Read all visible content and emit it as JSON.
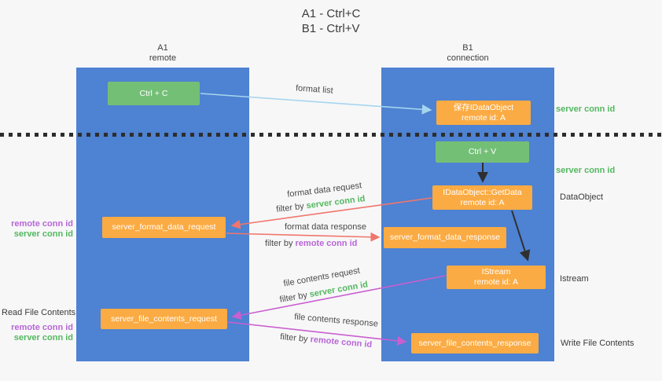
{
  "title": {
    "line1": "A1 - Ctrl+C",
    "line2": "B1 - Ctrl+V"
  },
  "lanes": {
    "left": {
      "name": "A1",
      "role": "remote"
    },
    "right": {
      "name": "B1",
      "role": "connection"
    }
  },
  "nodes": {
    "ctrl_c": {
      "label": "Ctrl + C"
    },
    "ctrl_v": {
      "label": "Ctrl + V"
    },
    "save_idataobject": {
      "line1": "保存IDataObject",
      "line2": "remote id: A"
    },
    "getdata": {
      "line1": "IDataObject::GetData",
      "line2": "remote id: A"
    },
    "istream": {
      "line1": "IStream",
      "line2": "remote id: A"
    },
    "format_request": {
      "label": "server_format_data_request"
    },
    "format_response": {
      "label": "server_format_data_response"
    },
    "file_request": {
      "label": "server_file_contents_request"
    },
    "file_response": {
      "label": "server_file_contents_response"
    }
  },
  "arrow_labels": {
    "format_list": "format list",
    "format_data_request": "format data request",
    "format_data_response": "format data response",
    "file_contents_request": "file contents request",
    "file_contents_response": "file contents response",
    "filter_by": "filter by ",
    "server_conn_id": "server conn id",
    "remote_conn_id": "remote conn id"
  },
  "side_labels": {
    "server_conn_id_top": "server conn id",
    "server_conn_id_mid": "server conn id",
    "dataobject": "DataObject",
    "istream": "Istream",
    "write_file_contents": "Write File Contents",
    "read_file_contents": "Read File Contents",
    "remote_conn_id_upper": "remote conn id",
    "server_conn_id_upper": "server conn id",
    "remote_conn_id_lower": "remote conn id",
    "server_conn_id_lower": "server conn id"
  },
  "colors": {
    "background": "#f7f7f8",
    "lane_fill": "#4e82d2",
    "node_green": "#74bf76",
    "node_orange": "#fbab43",
    "arrow_blue": "#a5d5ee",
    "arrow_black": "#2f2f2f",
    "arrow_red": "#f0766b",
    "arrow_magenta": "#c95fd0",
    "label_green": "#53b85f",
    "label_purple": "#b866d6"
  }
}
